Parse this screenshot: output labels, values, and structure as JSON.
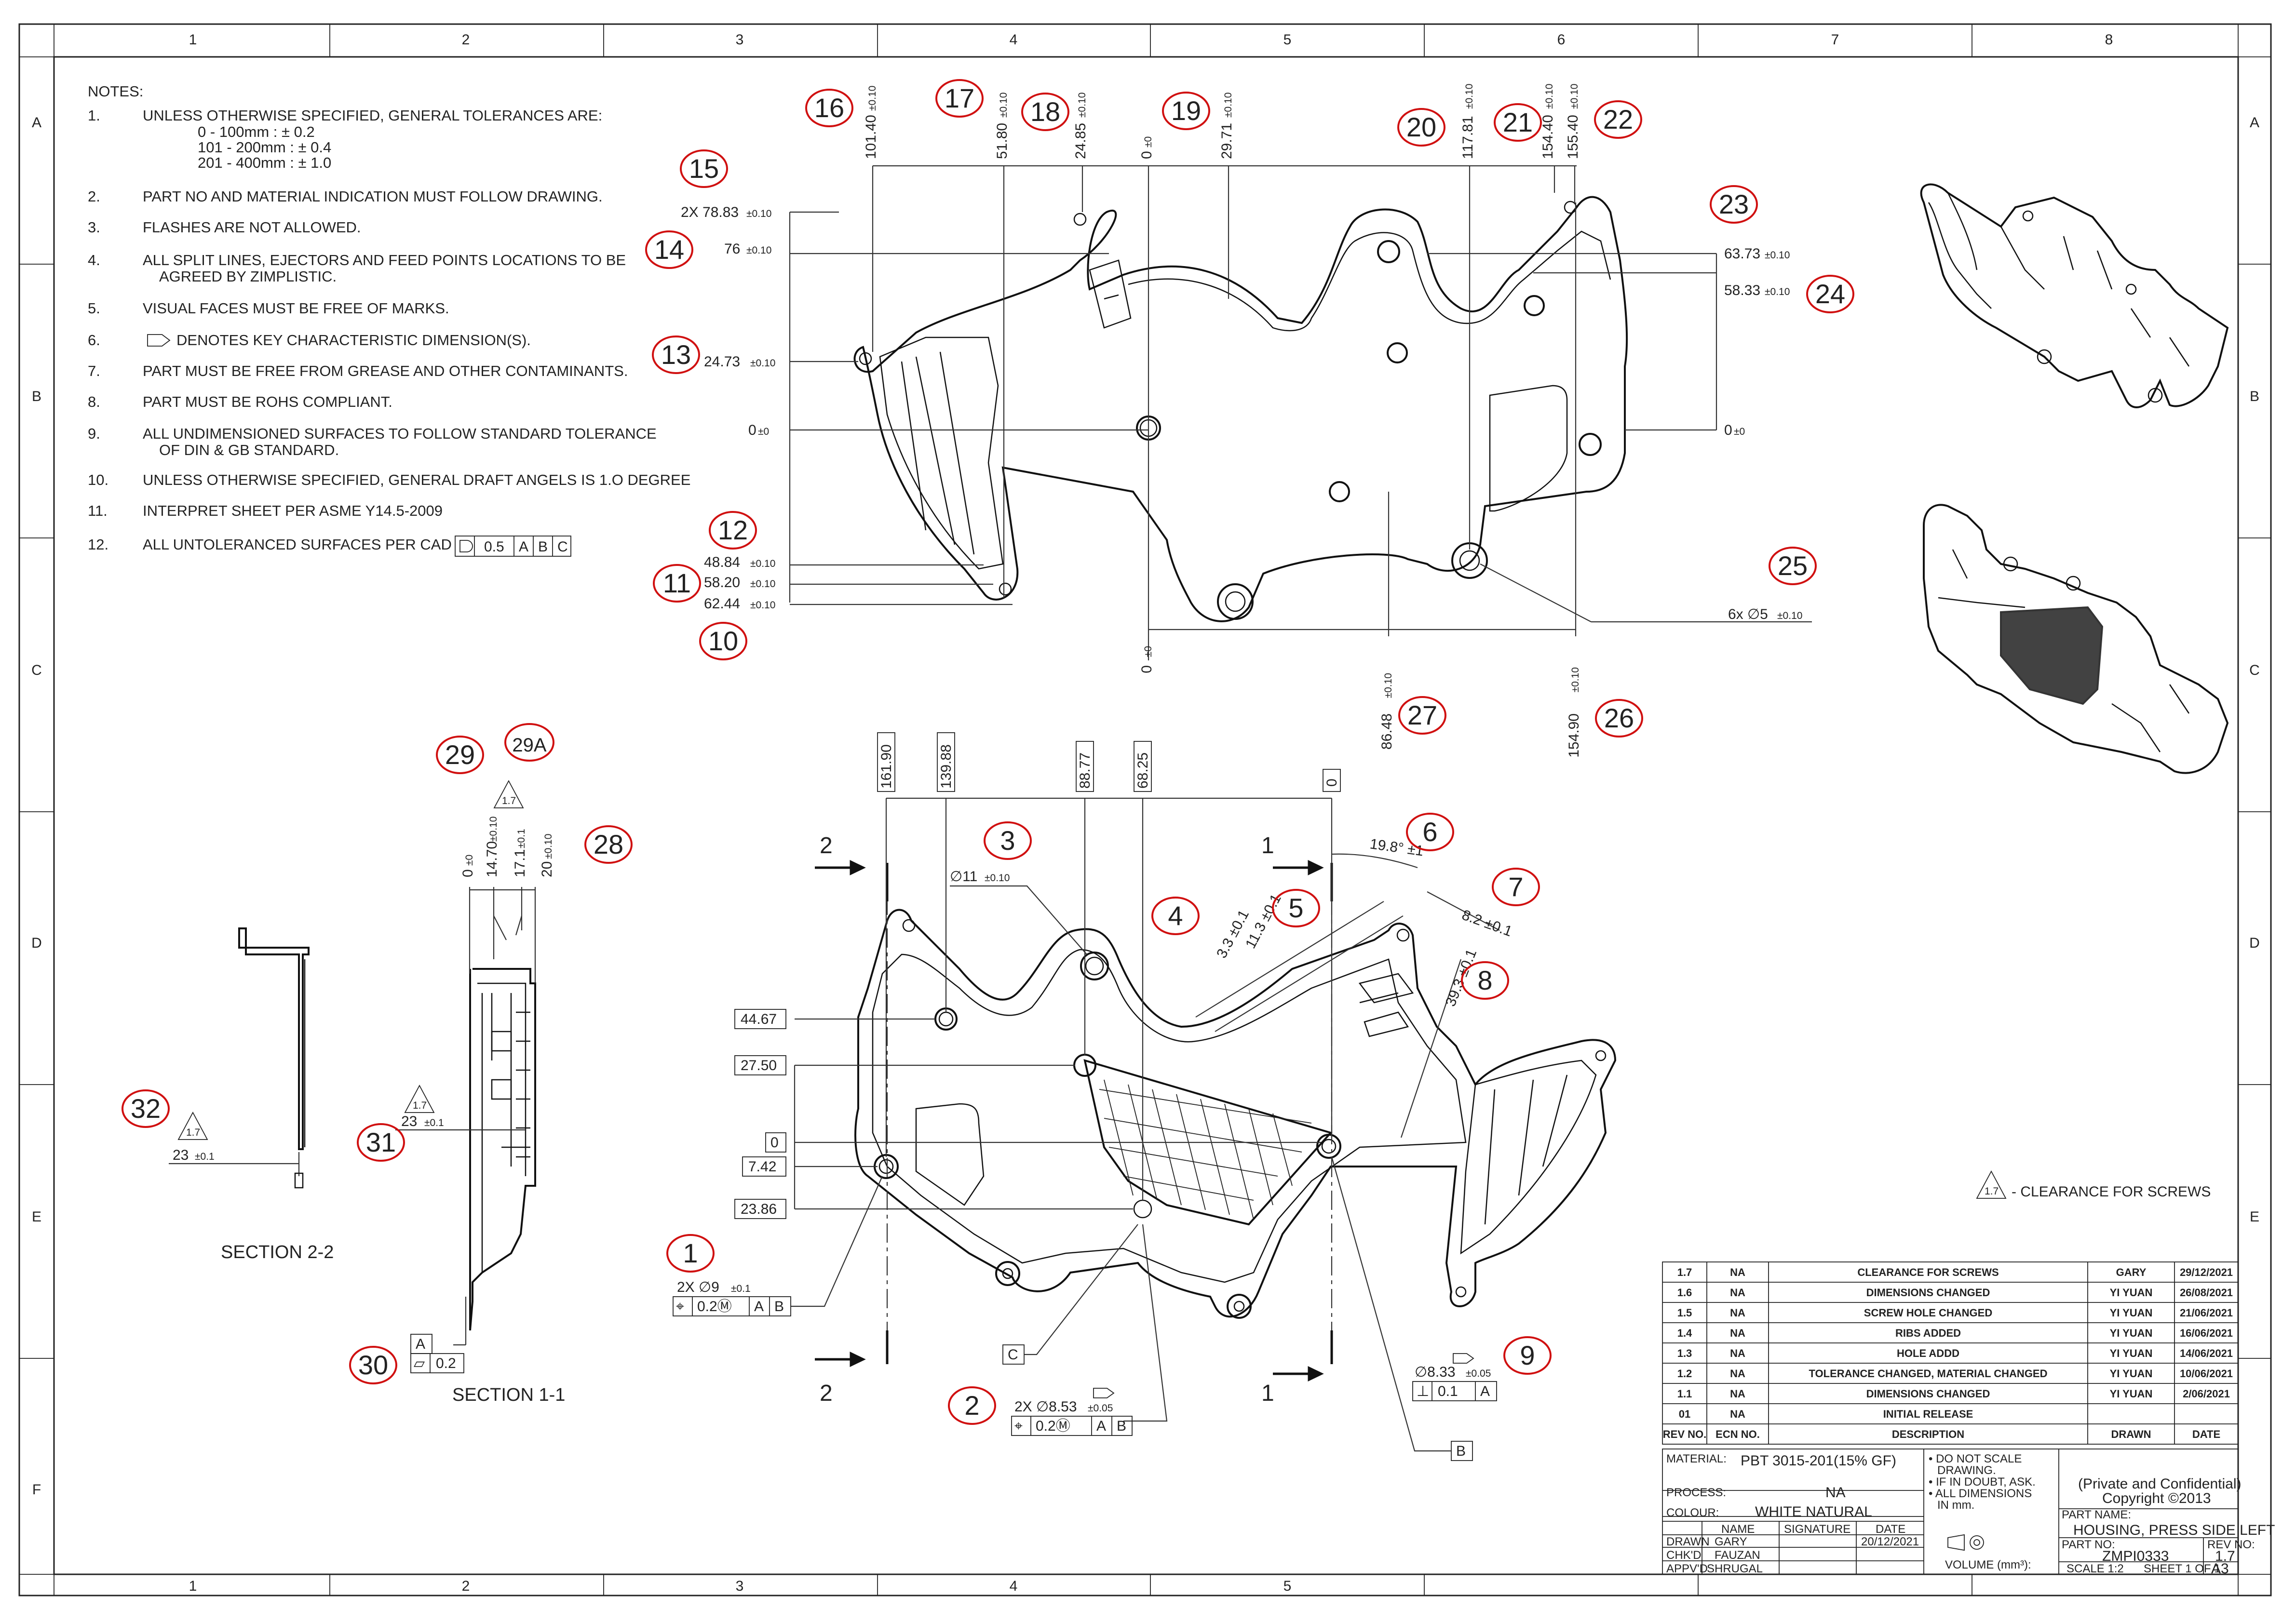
{
  "zones": {
    "columns": [
      "1",
      "2",
      "3",
      "4",
      "5",
      "6",
      "7",
      "8"
    ],
    "rows": [
      "A",
      "B",
      "C",
      "D",
      "E",
      "F"
    ]
  },
  "notes": {
    "heading": "NOTES:",
    "items": [
      {
        "num": "1.",
        "text": "UNLESS OTHERWISE SPECIFIED, GENERAL TOLERANCES ARE:"
      },
      {
        "num": "2.",
        "text": "PART NO AND MATERIAL INDICATION MUST FOLLOW DRAWING."
      },
      {
        "num": "3.",
        "text": "FLASHES ARE NOT ALLOWED."
      },
      {
        "num": "4.",
        "text": "ALL SPLIT LINES, EJECTORS AND FEED POINTS LOCATIONS TO BE",
        "text2": "AGREED BY ZIMPLISTIC."
      },
      {
        "num": "5.",
        "text": "VISUAL FACES MUST BE FREE OF MARKS."
      },
      {
        "num": "6.",
        "text": "DENOTES KEY CHARACTERISTIC DIMENSION(S)."
      },
      {
        "num": "7.",
        "text": "PART MUST BE FREE FROM GREASE AND OTHER CONTAMINANTS."
      },
      {
        "num": "8.",
        "text": "PART MUST BE ROHS COMPLIANT."
      },
      {
        "num": "9.",
        "text": "ALL UNDIMENSIONED SURFACES TO FOLLOW STANDARD TOLERANCE",
        "text2": "OF DIN & GB STANDARD."
      },
      {
        "num": "10.",
        "text": "UNLESS OTHERWISE SPECIFIED, GENERAL DRAFT ANGELS IS 1.O DEGREE"
      },
      {
        "num": "11.",
        "text": "INTERPRET SHEET PER ASME Y14.5-2009"
      },
      {
        "num": "12.",
        "text": "ALL UNTOLERANCED SURFACES PER CAD"
      }
    ],
    "tolerances": [
      "0 - 100mm :    ± 0.2",
      "101 - 200mm : ± 0.4",
      "201 - 400mm : ± 1.0"
    ],
    "fcf12": [
      "0.5",
      "A",
      "B",
      "C"
    ]
  },
  "top_view": {
    "horiz_dims": [
      {
        "v": "101.40",
        "t": "±0.10"
      },
      {
        "v": "51.80",
        "t": "±0.10"
      },
      {
        "v": "24.85",
        "t": "±0.10"
      },
      {
        "v": "0",
        "t": "±0"
      },
      {
        "v": "29.71",
        "t": "±0.10"
      },
      {
        "v": "117.81",
        "t": "±0.10"
      },
      {
        "v": "154.40",
        "t": "±0.10"
      },
      {
        "v": "155.40",
        "t": "±0.10"
      }
    ],
    "left_dims": [
      {
        "v": "2X 78.83",
        "t": "±0.10"
      },
      {
        "v": "76",
        "t": "±0.10"
      },
      {
        "v": "24.73",
        "t": "±0.10"
      },
      {
        "v": "0",
        "t": "±0"
      },
      {
        "v": "48.84",
        "t": "±0.10"
      },
      {
        "v": "58.20",
        "t": "±0.10"
      },
      {
        "v": "62.44",
        "t": "±0.10"
      }
    ],
    "right_dims": [
      {
        "v": "63.73",
        "t": "±0.10"
      },
      {
        "v": "58.33",
        "t": "±0.10"
      },
      {
        "v": "0",
        "t": "±0"
      }
    ],
    "bottom_dims": [
      {
        "v": "0",
        "t": "±0"
      },
      {
        "v": "86.48",
        "t": "±0.10"
      },
      {
        "v": "154.90",
        "t": "±0.10"
      }
    ],
    "hole_callout": {
      "v": "6x ∅5",
      "t": "±0.10"
    }
  },
  "front_view": {
    "basic_top": [
      "161.90",
      "139.88",
      "88.77",
      "68.25",
      "0"
    ],
    "basic_left": [
      "44.67",
      "27.50",
      "0",
      "7.42",
      "23.86"
    ],
    "hole_d11": {
      "v": "∅11",
      "t": "±0.10"
    },
    "angle": "19.8° ±1",
    "d_3_3": "3.3 ±0.1",
    "d_11_3": "11.3 ±0.1",
    "d_8_2": "8.2 ±0.1",
    "d_39_3": "39.3 ±0.1",
    "c1_qty": "2X ∅9",
    "c1_tol": "±0.1",
    "c1_fcf": [
      "⌖",
      "0.2Ⓜ",
      "A",
      "B"
    ],
    "c2_qty": "2X ∅8.53",
    "c2_tol": "±0.05",
    "c2_fcf": [
      "⌖",
      "0.2Ⓜ",
      "A",
      "B"
    ],
    "c9_v": "∅8.33",
    "c9_tol": "±0.05",
    "c9_fcf": [
      "⊥",
      "0.1",
      "A"
    ],
    "datum_b": "B",
    "datum_c": "C",
    "sec_label_1": "1",
    "sec_label_2": "2"
  },
  "section_1": {
    "title": "SECTION 1-1",
    "dims": [
      {
        "v": "0",
        "t": "±0"
      },
      {
        "v": "14.70",
        "t": "±0.10"
      },
      {
        "v": "17.1",
        "t": "±0.1"
      },
      {
        "v": "20",
        "t": "±0.10"
      }
    ],
    "dim23": {
      "v": "23",
      "t": "±0.1"
    },
    "flag": "1.7",
    "datum_a": "A",
    "flat_fcf": [
      "▱",
      "0.2"
    ]
  },
  "section_2": {
    "title": "SECTION 2-2",
    "dim23": {
      "v": "23",
      "t": "±0.1"
    },
    "flag": "1.7"
  },
  "balloons": [
    "1",
    "2",
    "3",
    "4",
    "5",
    "6",
    "7",
    "8",
    "9",
    "10",
    "11",
    "12",
    "13",
    "14",
    "15",
    "16",
    "17",
    "18",
    "19",
    "20",
    "21",
    "22",
    "23",
    "24",
    "25",
    "26",
    "27",
    "28",
    "29",
    "29A",
    "30",
    "31",
    "32"
  ],
  "legend": {
    "flag": "1.7",
    "text": "- CLEARANCE FOR SCREWS"
  },
  "revisions": {
    "headers": [
      "REV NO.",
      "ECN NO.",
      "DESCRIPTION",
      "DRAWN",
      "DATE"
    ],
    "rows": [
      [
        "1.7",
        "NA",
        "CLEARANCE FOR SCREWS",
        "GARY",
        "29/12/2021"
      ],
      [
        "1.6",
        "NA",
        "DIMENSIONS CHANGED",
        "YI YUAN",
        "26/08/2021"
      ],
      [
        "1.5",
        "NA",
        "SCREW HOLE CHANGED",
        "YI YUAN",
        "21/06/2021"
      ],
      [
        "1.4",
        "NA",
        "RIBS ADDED",
        "YI YUAN",
        "16/06/2021"
      ],
      [
        "1.3",
        "NA",
        "HOLE ADDD",
        "YI YUAN",
        "14/06/2021"
      ],
      [
        "1.2",
        "NA",
        "TOLERANCE CHANGED, MATERIAL CHANGED",
        "YI YUAN",
        "10/06/2021"
      ],
      [
        "1.1",
        "NA",
        "DIMENSIONS CHANGED",
        "YI YUAN",
        "2/06/2021"
      ],
      [
        "01",
        "NA",
        "INITIAL RELEASE",
        "",
        ""
      ]
    ]
  },
  "title_block": {
    "material_label": "MATERIAL:",
    "material": "PBT 3015-201(15% GF)",
    "process_label": "PROCESS:",
    "process": "NA",
    "colour_label": "COLOUR:",
    "colour": "WHITE NATURAL",
    "notes": [
      "• DO NOT SCALE",
      "DRAWING.",
      "• IF IN DOUBT, ASK.",
      "• ALL DIMENSIONS",
      "IN mm."
    ],
    "confidential": "(Private and Confidential)",
    "copyright": "Copyright ©2013",
    "name_h": "NAME",
    "sig_h": "SIGNATURE",
    "date_h": "DATE",
    "drawn_l": "DRAWN",
    "drawn": "GARY",
    "drawn_date": "20/12/2021",
    "chkd_l": "CHK'D",
    "chkd": "FAUZAN",
    "apprd_l": "APPV'D",
    "apprd": "SHRUGAL",
    "volume": "VOLUME (mm³):",
    "partname_l": "PART NAME:",
    "partname": "HOUSING, PRESS SIDE LEFT",
    "partno_l": "PART NO:",
    "partno": "ZMPI0333",
    "rev_l": "REV NO:",
    "rev": "1.7",
    "scale": "SCALE  1:2",
    "sheet": "SHEET 1 OF 1",
    "size": "A3"
  }
}
